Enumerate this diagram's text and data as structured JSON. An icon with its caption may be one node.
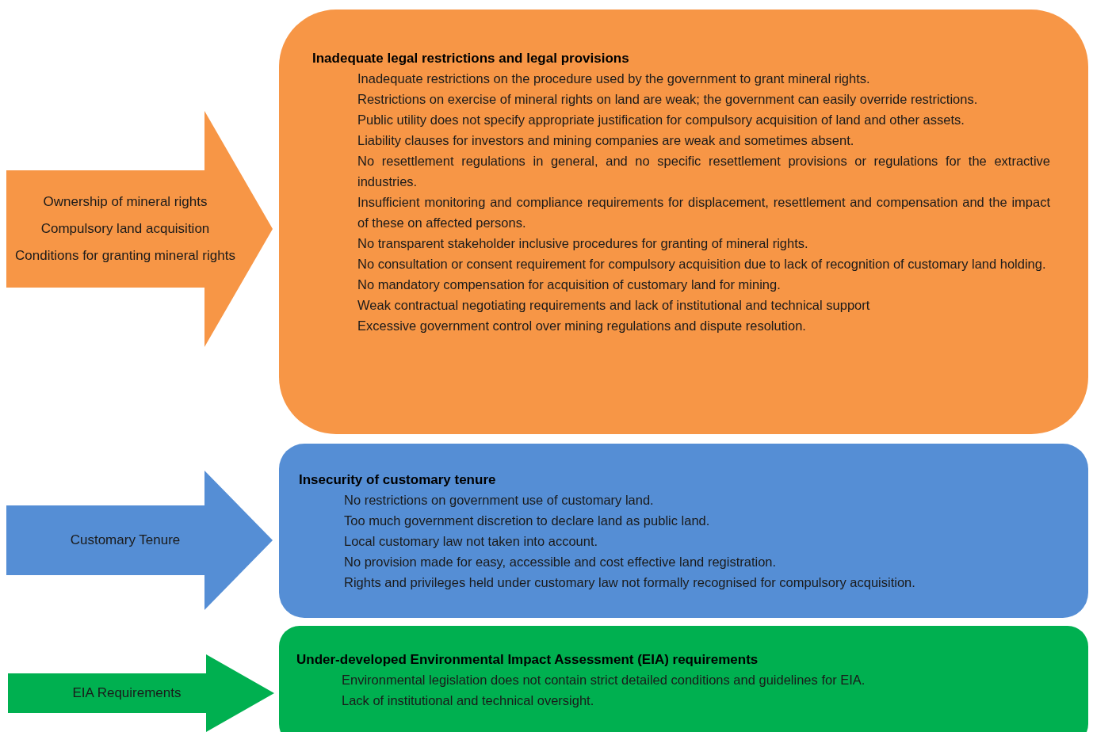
{
  "diagram": {
    "nodes": [
      {
        "text": [
          "Ownership of mineral rights",
          "Compulsory land acquisition",
          "Conditions for granting mineral rights"
        ]
      },
      {
        "text": [
          "Inadequate legal restrictions and legal provisions",
          "Inadequate restrictions on the procedure used by the government to grant mineral rights.",
          "Restrictions on exercise of mineral rights on land are weak; the government can easily override restrictions.",
          "Public utility does not specify appropriate justification for compulsory acquisition of land and other assets.",
          "Liability clauses for investors and mining companies are weak and sometimes absent.",
          "No resettlement regulations in general, and no specific resettlement provisions or regulations for the extractive industries.",
          "Insufficient monitoring and compliance requirements for displacement, resettlement and compensation and the impact of these on affected persons.",
          "No transparent stakeholder inclusive procedures for granting of mineral rights.",
          "No consultation or consent requirement for compulsory acquisition due to lack of recognition of customary land holding.",
          "No mandatory compensation for acquisition of customary land for mining.",
          "Weak contractual negotiating requirements and lack of institutional and technical support",
          "Excessive government control over mining regulations and dispute resolution."
        ]
      },
      {
        "text": [
          "Customary Tenure"
        ]
      },
      {
        "text": [
          "Insecurity of customary tenure",
          "No restrictions on government use of customary land.",
          "Too much government discretion to declare land as public land.",
          "Local customary law not taken into account.",
          "No provision made for easy, accessible and cost effective land registration.",
          "Rights and privileges held under customary law not formally recognised for compulsory acquisition."
        ]
      },
      {
        "text": [
          "EIA Requirements"
        ]
      },
      {
        "text": [
          "Under-developed Environmental Impact Assessment (EIA) requirements",
          "Environmental legislation does not contain strict detailed conditions and guidelines for EIA.",
          "Lack of institutional and technical oversight."
        ]
      }
    ]
  }
}
